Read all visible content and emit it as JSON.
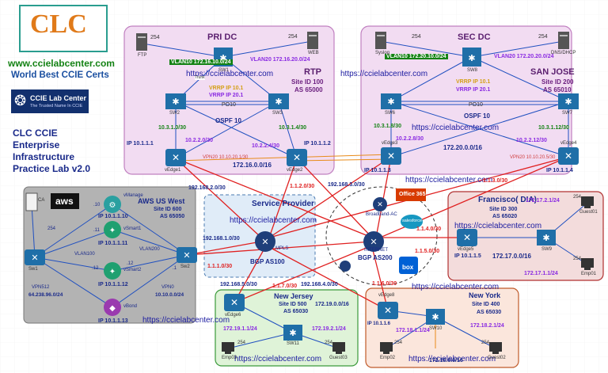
{
  "brand": {
    "logo_text": "CLC",
    "website": "www.ccielabcenter.com",
    "tagline": "World Best CCIE Certs",
    "badge_line1": "CCIE Lab Center",
    "badge_line2": "The Trusted Name In CCIE",
    "lab_title": [
      "CLC CCIE",
      "Enterprise",
      "Infrastructure",
      "Practice Lab v2.0"
    ]
  },
  "watermark": "https://ccielabcenter.com",
  "sites": {
    "pri_dc": {
      "title": "PRI DC",
      "name": "RTP",
      "site_id": "Site ID 100",
      "as": "AS 65000",
      "vlan1": "VLAN10 172.16.10.0/24",
      "vlan2": "VLAN20 172.16.20.0/24",
      "vrrp1": "VRRP IP 10.1",
      "vrrp2": "VRRP IP 20.1",
      "ospf": "OSPF 10",
      "subnet": "172.16.0.0/16",
      "link1": "10.3.1.0/30",
      "link2": "10.3.1.4/30",
      "link3": "10.2.2.0/30",
      "link4": "10.2.2.4/30",
      "ip1": "IP 10.1.1.1",
      "ip2": "IP 10.1.1.2",
      "vpn": "VPN20 10.10.20.1/30",
      "n254a": "254",
      "n254b": "254",
      "ftp": "FTP",
      "web": "WEB",
      "po": "PO10",
      "sw1": "SW1",
      "sw2": "SW2",
      "sw3": "SW3",
      "edge1": "vEdge1",
      "edge2": "vEdge2",
      "trunk": "Trunk"
    },
    "sec_dc": {
      "title": "SEC DC",
      "name": "SAN JOSE",
      "site_id": "Site ID 200",
      "as": "AS 65010",
      "vlan1": "VLAN10 172.20.10.0/24",
      "vlan2": "VLAN20 172.20.20.0/24",
      "vrrp1": "VRRP IP 10.1",
      "vrrp2": "VRRP IP 20.1",
      "ospf": "OSPF 10",
      "subnet": "172.20.0.0/16",
      "link1": "10.3.1.8/30",
      "link2": "10.3.1.12/30",
      "link3": "10.2.2.8/30",
      "link4": "10.2.2.12/30",
      "ip1": "IP 10.1.1.3",
      "ip2": "IP 10.1.1.4",
      "vpn": "VPN20 10.10.20.5/30",
      "n254a": "254",
      "n254b": "254",
      "syslog": "Syslog",
      "dns": "DNS/DHCP",
      "po": "PO10",
      "sw6": "SW6",
      "sw7": "SW7",
      "sw8": "SW8",
      "edge3": "vEdge3",
      "edge4": "vEdge4"
    },
    "aws": {
      "title": "AWS US West",
      "site_id": "Site ID 600",
      "as": "AS 65050",
      "aws": "aws",
      "vmanage": "vManage",
      "vsmart1": "vSmart1",
      "vsmart2": "vSmart2",
      "vbond": "vBond",
      "ip1": "IP 10.1.1.10",
      "ip2": "IP 10.1.1.11",
      "ip3": "IP 10.1.1.12",
      "ip4": "IP 10.1.1.13",
      "vlan100": "VLAN100",
      "vlan200": "VLAN200",
      "vpn512": "VPN512",
      "vpn512_net": "64.238.96.0/24",
      "vpn0": "VPN0",
      "vpn0_net": "10.10.0.0/24",
      "n254": "254",
      "n10": ".10",
      "n11": ".11",
      "n12a": ".12",
      "n12b": ".12",
      "n1": ".1",
      "sw1": "Sw1",
      "sw2": "Sw2",
      "ca": "CA"
    },
    "provider": {
      "title": "Service Provider",
      "bgp1": "BGP AS100",
      "bgp2": "BGP AS200",
      "mpls": "MPLS",
      "internet": "INTERNET",
      "broadband": "Broadband-AC",
      "office": "Office 365",
      "salesforce": "salesforce",
      "box": "box",
      "l1": "192.168.1.0/30",
      "l2": "192.168.2.0/30",
      "l3": "192.168.3.0/30",
      "l4": "192.168.4.0/30",
      "l5": "192.168.5.0/30",
      "l6": "1.1.2.0/30",
      "l7": "1.1.1.0/30",
      "l8": "1.1.3.0/30",
      "l9": "1.1.4.0/30",
      "l10": "1.1.5.0/30",
      "l11": "1.1.6.0/30",
      "l12": "1.1.7.0/30"
    },
    "francisco": {
      "title": "Francisco( DIA)",
      "site_id": "Site ID 300",
      "as": "AS 65020",
      "ip": "IP 10.1.1.5",
      "subnet": "172.17.0.0/16",
      "lan1": "172.17.2.1/24",
      "lan2": "172.17.1.1/24",
      "n254a": "254",
      "n254b": "254",
      "edge": "vEdge5",
      "sw": "SW9",
      "pc1": "Guest01",
      "pc2": "Emp01"
    },
    "newjersey": {
      "title": "New Jersey",
      "site_id": "Site ID 500",
      "as": "AS 65030",
      "subnet": "172.19.0.0/16",
      "lan1": "172.19.1.1/24",
      "lan2": "172.19.2.1/24",
      "n254a": "254",
      "n254b": "254",
      "edge": "vEdge6",
      "sw": "SW11",
      "pc1": "Emp03",
      "pc2": "Guest03"
    },
    "newyork": {
      "title": "New York",
      "site_id": "Site ID 400",
      "as": "AS 65030",
      "ip": "IP 10.1.1.6",
      "subnet": "172.18.0.0/16",
      "lan1": "172.18.1.1/24",
      "lan2": "172.18.2.1/24",
      "n254a": "254",
      "n254b": "254",
      "edge": "vEdge8",
      "sw": "SW10",
      "pc1": "Emp02",
      "pc2": "Guest02"
    }
  },
  "colors": {
    "dc_fill": "#f2dcf2",
    "dc_border": "#c080c0",
    "aws_fill": "#b3b3b3",
    "francisco_fill": "#f3dcdc",
    "francisco_border": "#b03030",
    "nj_fill": "#dff3d8",
    "nj_border": "#3a9a3a",
    "ny_fill": "#fbe6dc",
    "ny_border": "#c05a2a",
    "link_red": "#e02020",
    "link_blue": "#2050c0",
    "device_blue": "#1f6fa8",
    "watermark": "#1a1aa0",
    "label_green": "#148214",
    "label_purple": "#8a2be2"
  }
}
